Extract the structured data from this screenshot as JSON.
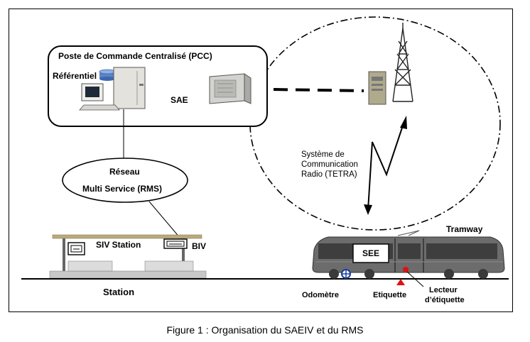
{
  "diagram": {
    "pcc_title": "Poste de Commande Centralisé (PCC)",
    "referentiel": "Référentiel",
    "sae": "SAE",
    "network_line1": "Réseau",
    "network_line2": "Multi Service (RMS)",
    "radio_line1": "Système de",
    "radio_line2": "Communication",
    "radio_line3": "Radio (TETRA)",
    "siv_station": "SIV Station",
    "biv": "BIV",
    "station": "Station",
    "tramway": "Tramway",
    "see": "SEE",
    "odometre": "Odomètre",
    "etiquette": "Etiquette",
    "lecteur_line1": "Lecteur",
    "lecteur_line2": "d’étiquette"
  },
  "caption": "Figure 1  : Organisation du SAEIV et du RMS",
  "colors": {
    "accent_red": "#e01010",
    "odometer_blue": "#1a3fa0",
    "tram_body": "#6c6c6c",
    "shelter_roof": "#b9ab7c"
  }
}
